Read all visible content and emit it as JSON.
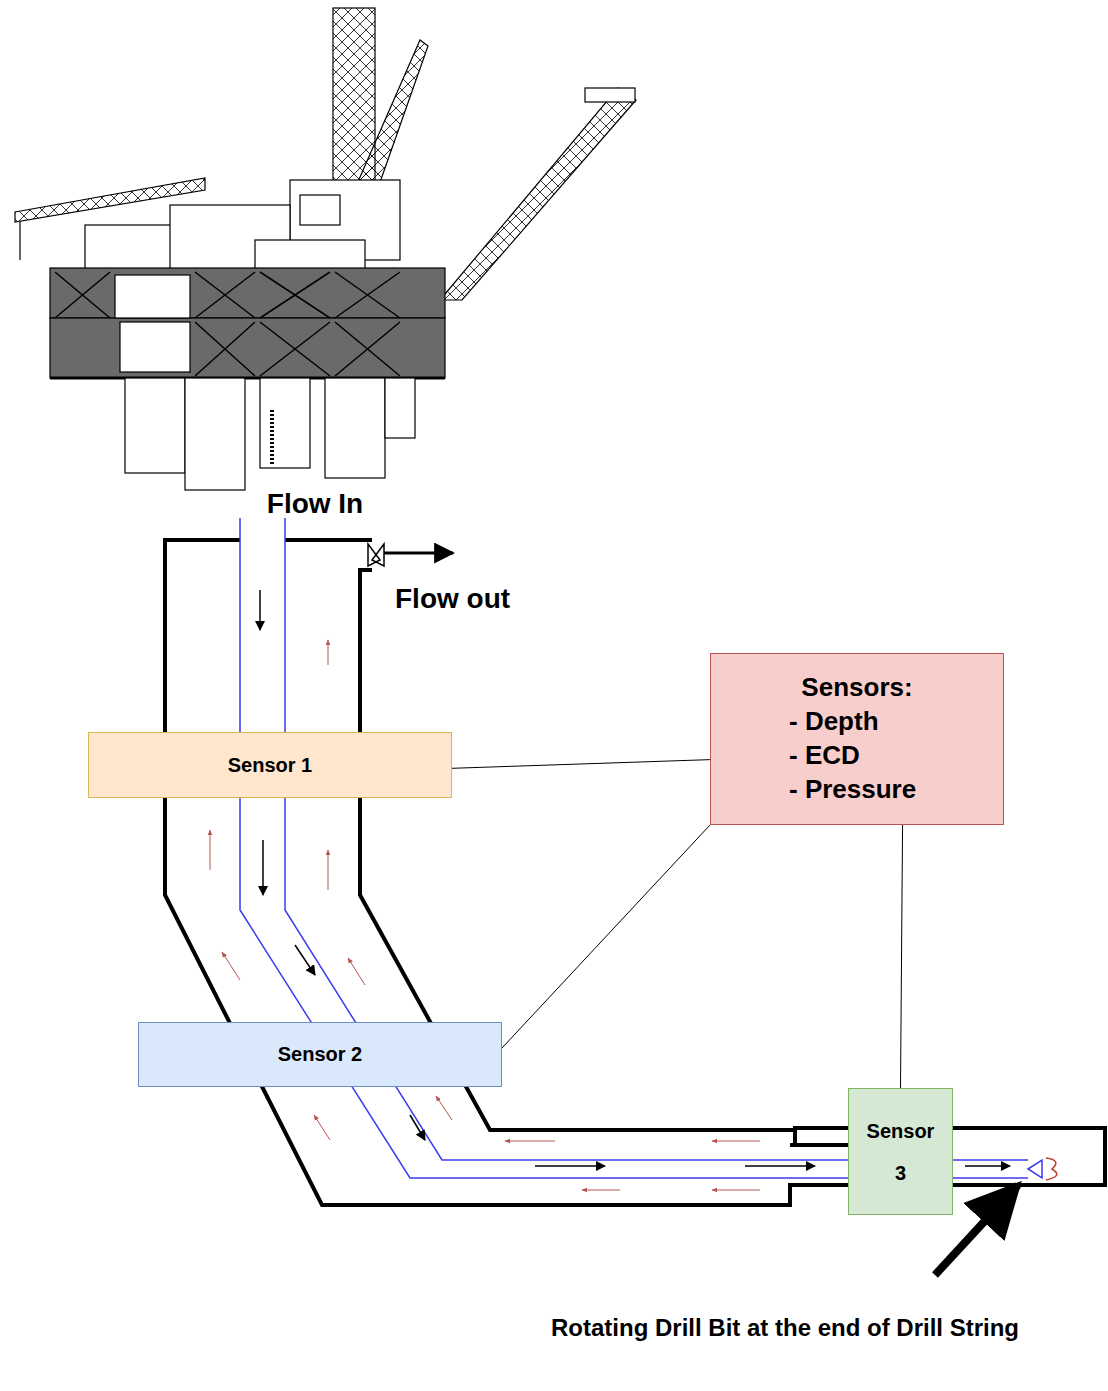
{
  "diagram": {
    "nodes": [
      {
        "text": [
          "Sensor 1"
        ]
      },
      {
        "text": [
          "Sensors:",
          "- Depth",
          "- ECD",
          "- Pressure"
        ]
      },
      {
        "text": [
          "Sensor 2"
        ]
      },
      {
        "text": [
          "Sensor 3"
        ]
      }
    ],
    "edges": [
      {
        "from": 1,
        "to": 0,
        "arrow": "none"
      },
      {
        "from": 1,
        "to": 2,
        "arrow": "none"
      },
      {
        "from": 1,
        "to": 3,
        "arrow": "none"
      }
    ],
    "labels": [
      "Flow In",
      "Flow out",
      "Rotating Drill Bit at the end of Drill String"
    ]
  }
}
